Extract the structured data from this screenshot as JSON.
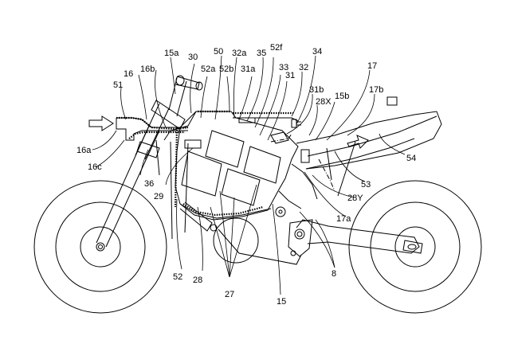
{
  "figure": {
    "subject": "Electric motorcycle side view with battery case and air duct (patent drawing)",
    "labels": {
      "l15a": "15a",
      "l30": "30",
      "l50": "50",
      "l52a": "52a",
      "l52b": "52b",
      "l32a": "32a",
      "l31a": "31a",
      "l35": "35",
      "l52f": "52f",
      "l33": "33",
      "l31": "31",
      "l32": "32",
      "l34": "34",
      "l31b": "31b",
      "l28X": "28X",
      "l15b": "15b",
      "l17": "17",
      "l17b": "17b",
      "l16": "16",
      "l16b": "16b",
      "l51": "51",
      "l16a": "16a",
      "l16c": "16c",
      "l36": "36",
      "l29": "29",
      "l54": "54",
      "l53": "53",
      "l28Y": "28Y",
      "l17a": "17a",
      "l52": "52",
      "l28": "28",
      "l27": "27",
      "l15": "15",
      "l8": "8"
    },
    "airflow_arrows": [
      "inlet-arrow",
      "rear-outlet-arrow"
    ]
  }
}
